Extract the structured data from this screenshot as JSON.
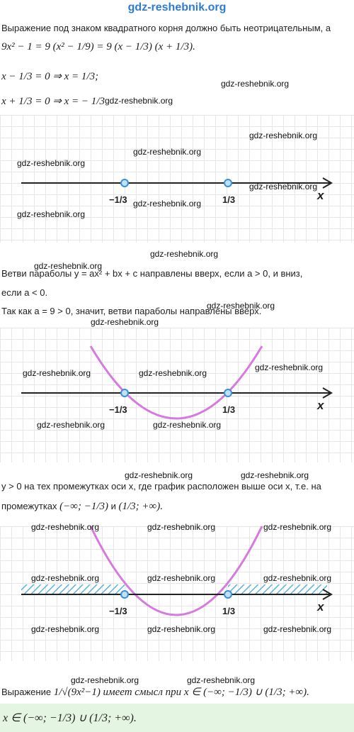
{
  "site": "gdz-reshebnik.org",
  "text": {
    "p1": "Выражение под знаком квадратного корня должно быть неотрицательным, а",
    "eq1": "9x² − 1 = 9 (x² − 1/9) = 9 (x − 1/3) (x + 1/3).",
    "eq2": "x − 1/3 = 0 ⇒ x = 1/3;",
    "eq3": "x + 1/3 = 0 ⇒ x = − 1/3",
    "p2": "Ветви параболы y = ax² + bx + c направлены вверх, если a > 0, и вниз,",
    "p2b": "если a < 0.",
    "p3": "Так как a = 9 > 0, значит, ветви параболы направлены вверх.",
    "p4": "y > 0 на тех промежутках оси x, где график расположен выше оси x, т.е. на",
    "p4b_pre": "промежутках",
    "p4b_i1": "(−∞; −1/3)",
    "p4b_and": "и",
    "p4b_i2": "(1/3; +∞).",
    "p5_pre": "Выражение",
    "p5_expr": "1/√(9x²−1)",
    "p5_post": "имеет смысл при x ∈ (−∞; −1/3) ∪ (1/3; +∞).",
    "answer": "x ∈ (−∞; −1/3) ∪ (1/3; +∞)."
  },
  "graph": {
    "axis_label": "x",
    "left_root": "−1/3",
    "right_root": "1/3",
    "axis_color": "#222222",
    "point_color": "#3a8fd8",
    "parabola_color": "#d67ae0",
    "hatch_color": "#5bb3d8"
  },
  "watermark": "gdz-reshebnik.org"
}
